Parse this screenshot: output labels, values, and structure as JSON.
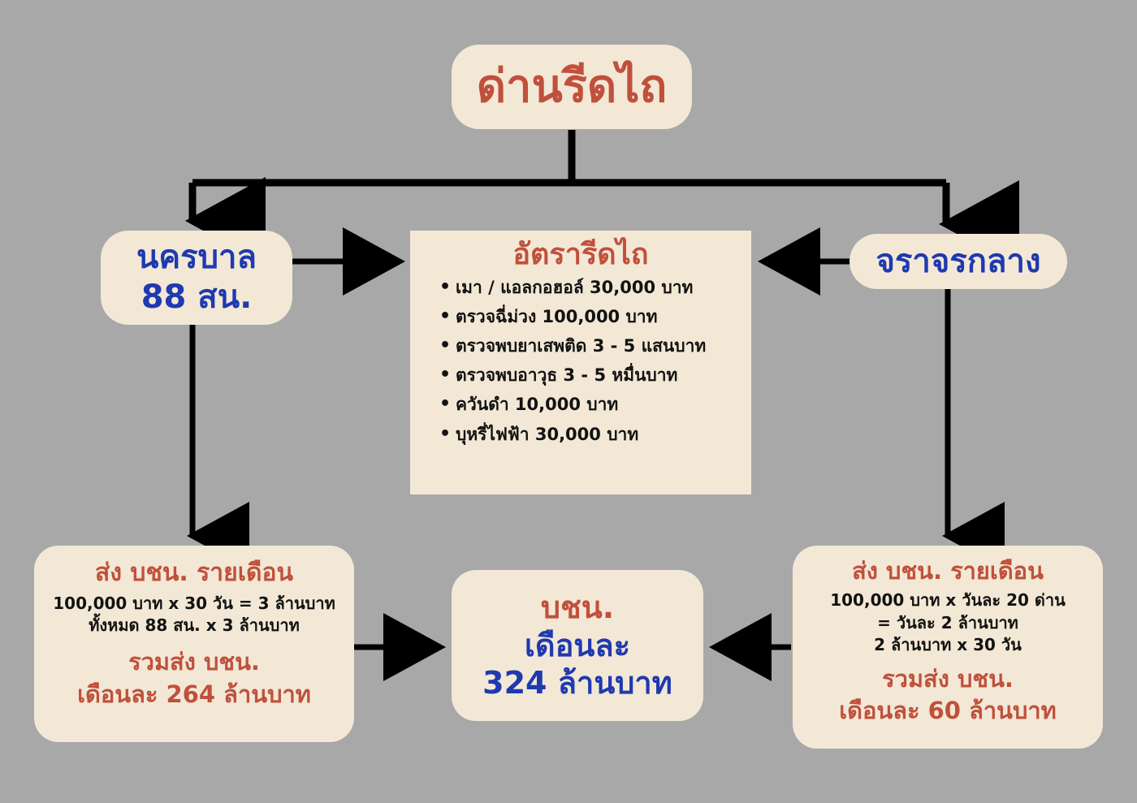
{
  "theme": {
    "background": "#a8a8a8",
    "box_fill": "#f2e8d5",
    "accent_red": "#c0503c",
    "accent_blue": "#1f39b0",
    "text_dark": "#121212",
    "connector": "#000000"
  },
  "diagram": {
    "type": "flowchart",
    "title_node": {
      "label": "ด่านรีดไถ"
    },
    "left_node": {
      "line1": "นครบาล",
      "line2": "88 สน."
    },
    "right_node": {
      "label": "จราจรกลาง"
    },
    "rates_node": {
      "title": "อัตรารีดไถ",
      "items": [
        "เมา / แอลกอฮอล์ 30,000 บาท",
        "ตรวจฉี่ม่วง 100,000 บาท",
        "ตรวจพบยาเสพติด 3 - 5 แสนบาท",
        "ตรวจพบอาวุธ 3 - 5 หมื่นบาท",
        "ควันดำ 10,000 บาท",
        "บุหรี่ไฟฟ้า 30,000 บาท"
      ]
    },
    "bottom_left_node": {
      "heading": "ส่ง บชน. รายเดือน",
      "calc1": "100,000 บาท x 30 วัน = 3 ล้านบาท",
      "calc2": "ทั้งหมด 88 สน. x 3 ล้านบาท",
      "total_line1": "รวมส่ง บชน.",
      "total_line2": "เดือนละ 264 ล้านบาท"
    },
    "bottom_right_node": {
      "heading": "ส่ง บชน. รายเดือน",
      "calc1": "100,000 บาท x วันละ 20 ด่าน",
      "calc2": "= วันละ 2 ล้านบาท",
      "calc3": "2 ล้านบาท x 30 วัน",
      "total_line1": "รวมส่ง บชน.",
      "total_line2": "เดือนละ 60 ล้านบาท"
    },
    "bottom_center_node": {
      "line1": "บชน.",
      "line2": "เดือนละ",
      "line3": "324 ล้านบาท"
    }
  }
}
